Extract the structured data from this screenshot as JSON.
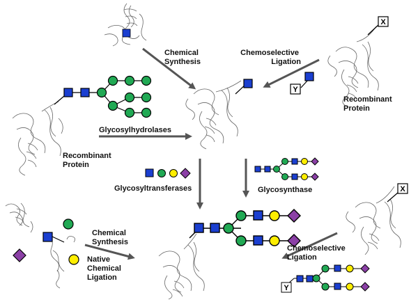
{
  "labels": {
    "chemical_synthesis_top": [
      "Chemical",
      "Synthesis"
    ],
    "chemoselective_ligation_top": [
      "Chemoselective",
      "Ligation"
    ],
    "recombinant_protein_right": [
      "Recombinant",
      "Protein"
    ],
    "recombinant_protein_left": [
      "Recombinant",
      "Protein"
    ],
    "glycosylhydrolases": "Glycosylhydrolases",
    "glycosyltransferases": "Glycosyltransferases",
    "glycosynthase": "Glycosynthase",
    "chemical_synthesis_bottom": [
      "Chemical",
      "Synthesis"
    ],
    "native_chemical_ligation": [
      "Native",
      "Chemical",
      "Ligation"
    ],
    "chemoselective_ligation_bottom": [
      "Chemoselective",
      "Ligation"
    ]
  },
  "tags": {
    "x_top": "X",
    "y_top": "Y",
    "x_bottom": "X",
    "y_bottom": "Y"
  },
  "colors": {
    "glcnac_blue": "#1b3fd0",
    "mannose_green": "#21a954",
    "galactose_yellow": "#ffee00",
    "sialic_purple": "#8b40a6",
    "arrow_gray": "#555555",
    "protein_line": "#555555"
  }
}
